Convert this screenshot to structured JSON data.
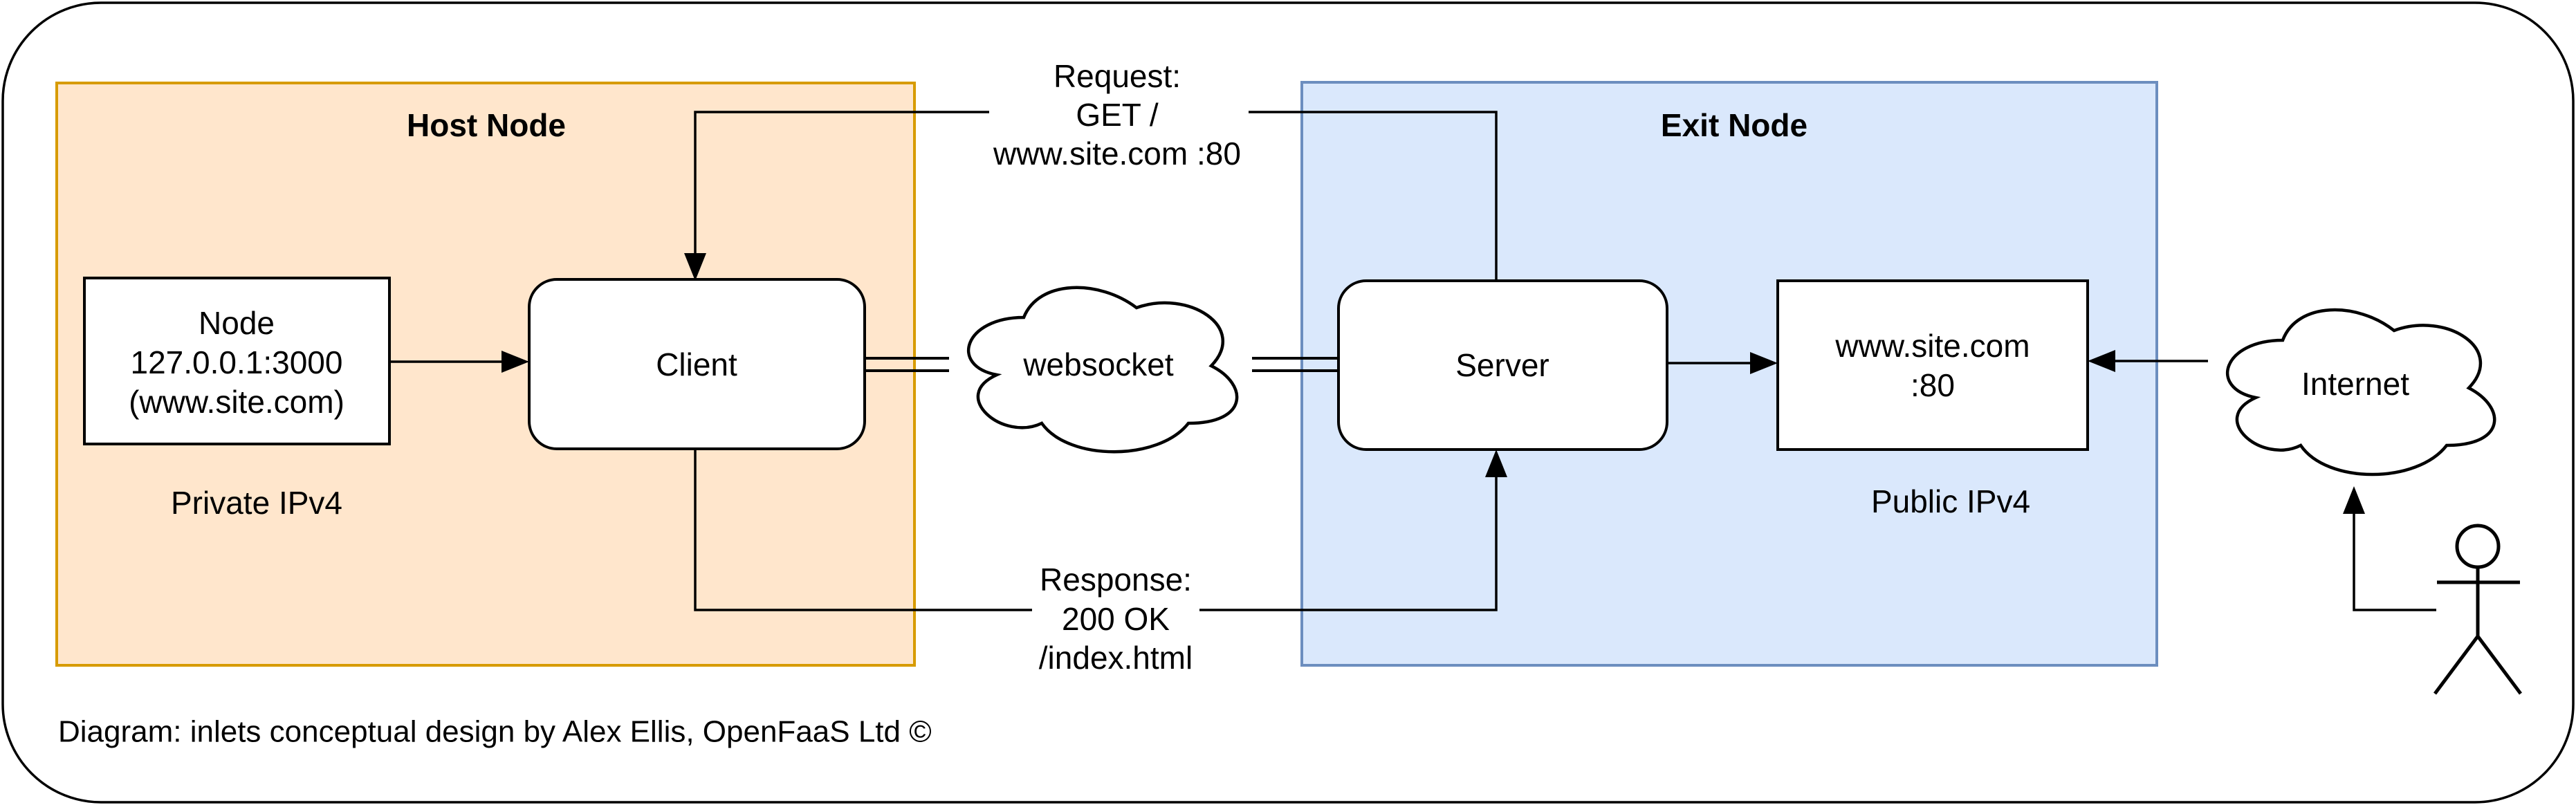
{
  "diagram": {
    "caption": "Diagram: inlets conceptual design by Alex Ellis, OpenFaaS Ltd ©",
    "colors": {
      "host_fill": "#FFE6CC",
      "host_stroke": "#D79B00",
      "exit_fill": "#DAE8FC",
      "exit_stroke": "#6C8EBF",
      "shape_fill": "#FFFFFF",
      "line": "#000000"
    },
    "host_node": {
      "title": "Host Node",
      "subtitle": "Private IPv4",
      "node_box": {
        "lines": [
          "Node",
          "127.0.0.1:3000",
          "(www.site.com)"
        ]
      },
      "client_box": {
        "label": "Client"
      }
    },
    "exit_node": {
      "title": "Exit Node",
      "subtitle": "Public IPv4",
      "server_box": {
        "label": "Server"
      },
      "site_box": {
        "lines": [
          "www.site.com",
          ":80"
        ]
      }
    },
    "websocket_cloud": {
      "label": "websocket"
    },
    "internet_cloud": {
      "label": "Internet"
    },
    "request_label": {
      "lines": [
        "Request:",
        "GET /",
        "www.site.com :80"
      ]
    },
    "response_label": {
      "lines": [
        "Response:",
        "200 OK",
        "/index.html"
      ]
    }
  }
}
